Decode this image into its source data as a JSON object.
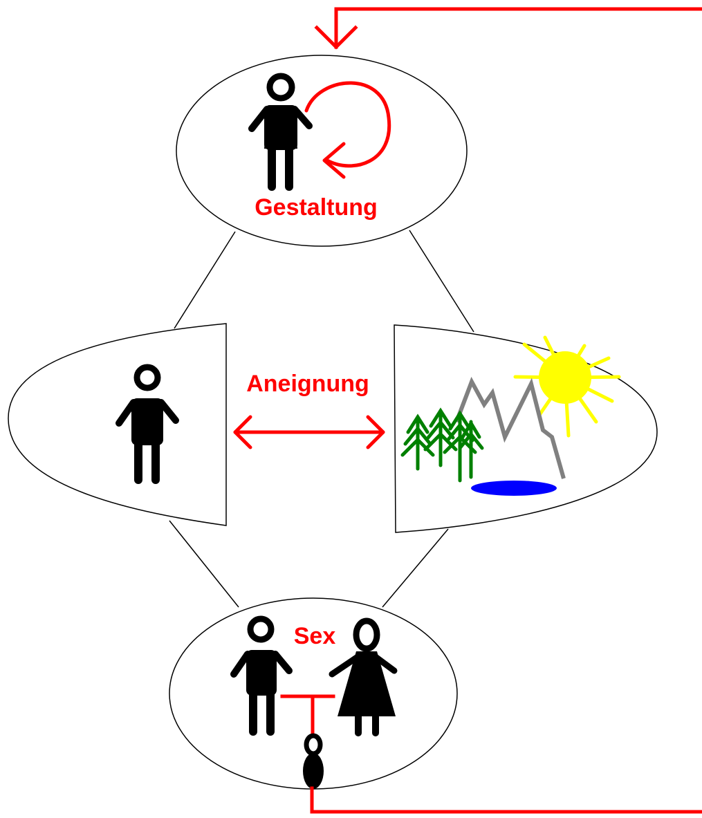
{
  "colors": {
    "arrow": "#ff0000",
    "label": "#ff0000",
    "outline": "#000000",
    "figure": "#000000",
    "tree": "#008000",
    "mountain": "#808080",
    "sun": "#ffff00",
    "lake": "#0000ff",
    "background": "#ffffff"
  },
  "nodes": {
    "top": {
      "label": "Gestaltung",
      "icons": [
        "person-icon",
        "cycle-arrow-icon"
      ]
    },
    "left": {
      "icons": [
        "person-icon"
      ]
    },
    "right": {
      "icons": [
        "tree-icon",
        "mountain-icon",
        "sun-icon",
        "lake-icon"
      ]
    },
    "bottom": {
      "label": "Sex",
      "icons": [
        "man-icon",
        "woman-icon",
        "child-icon",
        "bond-icon"
      ]
    }
  },
  "relations": {
    "middle": {
      "label": "Aneignung",
      "icon": "double-arrow-icon"
    },
    "feedback": {
      "icon": "feedback-arrow-icon"
    }
  }
}
